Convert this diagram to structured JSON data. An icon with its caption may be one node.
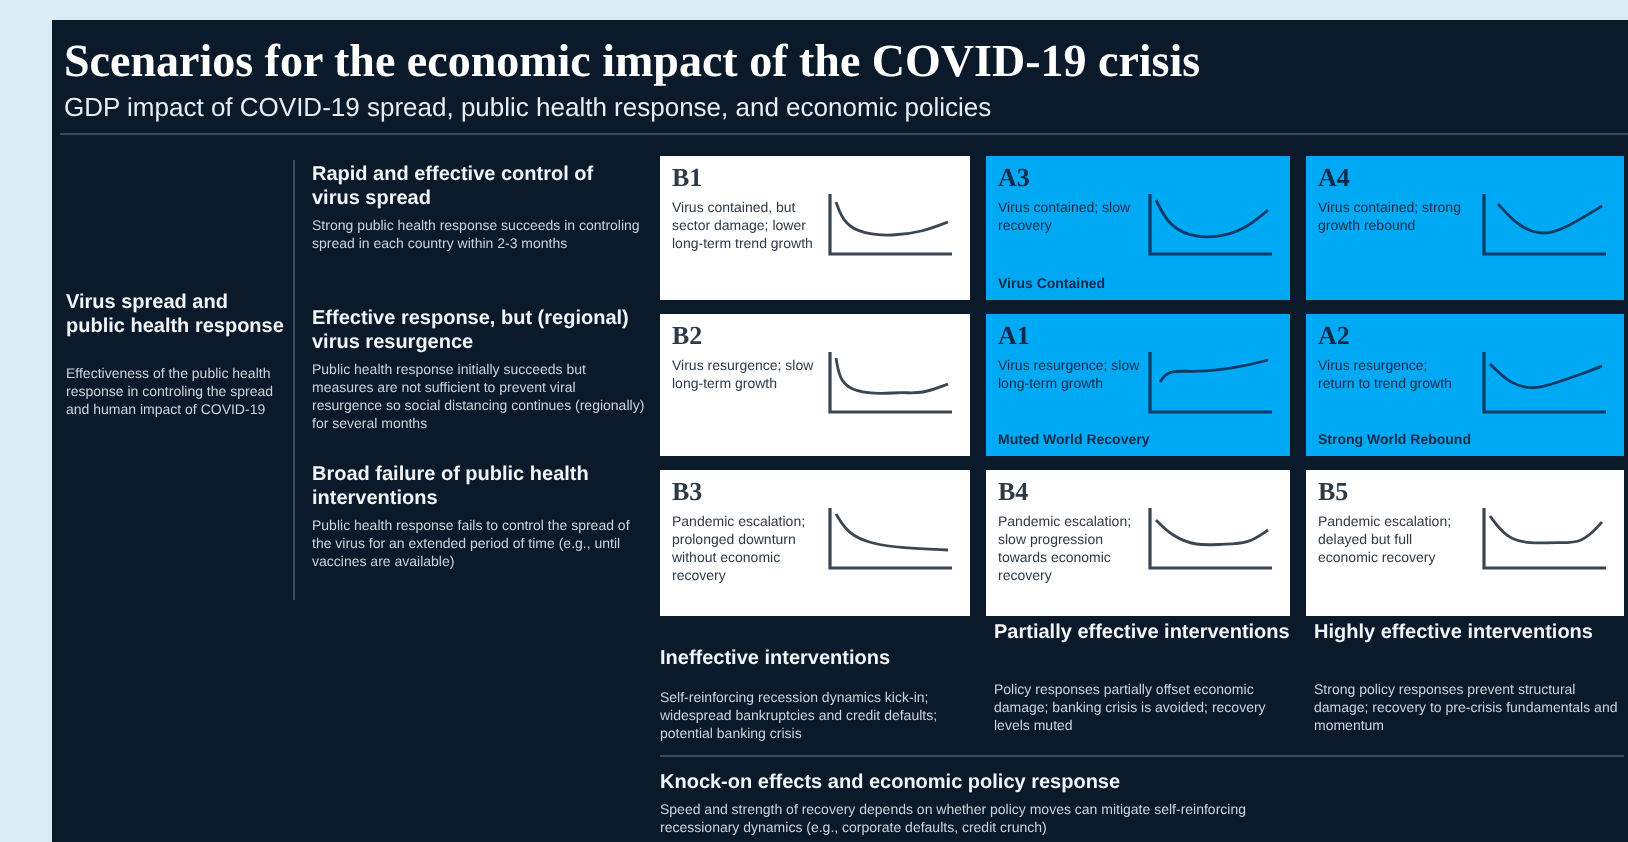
{
  "diagram": {
    "title": "Scenarios for the economic impact of the COVID-19 crisis",
    "caption": "GDP impact of COVID-19 spread, public health response, and economic policies",
    "nodes": [
      {
        "text": [
          "B1",
          "Virus contained, but sector damage; lower long-term trend growth"
        ]
      },
      {
        "text": [
          "A3",
          "Virus contained; slow recovery",
          "Virus Contained"
        ]
      },
      {
        "text": [
          "A4",
          "Virus contained; strong growth rebound"
        ]
      },
      {
        "text": [
          "B2",
          "Virus resurgence; slow long-term growth"
        ]
      },
      {
        "text": [
          "A1",
          "Virus resurgence; slow long-term growth",
          "Muted World Recovery"
        ]
      },
      {
        "text": [
          "A2",
          "Virus resurgence; return to trend growth",
          "Strong World Rebound"
        ]
      },
      {
        "text": [
          "B3",
          "Pandemic escalation; prolonged downturn without economic recovery"
        ]
      },
      {
        "text": [
          "B4",
          "Pandemic escalation; slow progression towards economic recovery"
        ]
      },
      {
        "text": [
          "B5",
          "Pandemic escalation; delayed but full economic recovery"
        ]
      }
    ],
    "labels": [
      "Virus spread and public health response",
      "Effectiveness of the public health response in controling the spread and human impact of COVID-19",
      "Rapid and effective control of virus spread",
      "Strong public health response succeeds in controling spread in each country within 2-3 months",
      "Effective response, but (regional) virus resurgence",
      "Public health response initially succeeds but measures are not sufficient to prevent viral resurgence so social distancing continues (regionally) for several months",
      "Broad failure of public health interventions",
      "Public health response fails to control the spread of the virus for an extended period of time (e.g., until vaccines are available)",
      "Ineffective interventions",
      "Self-reinforcing recession dynamics kick-in; widespread bankruptcies and credit defaults; potential banking crisis",
      "Partially effective interventions",
      "Policy responses partially offset economic damage; banking crisis is avoided; recovery levels muted",
      "Highly effective interventions",
      "Strong policy responses prevent structural damage; recovery to pre-crisis fundamentals and momentum",
      "Knock-on effects and economic policy response",
      "Speed and strength of recovery depends on whether policy moves can mitigate self-reinforcing recessionary dynamics (e.g., corporate defaults, credit crunch)"
    ]
  }
}
